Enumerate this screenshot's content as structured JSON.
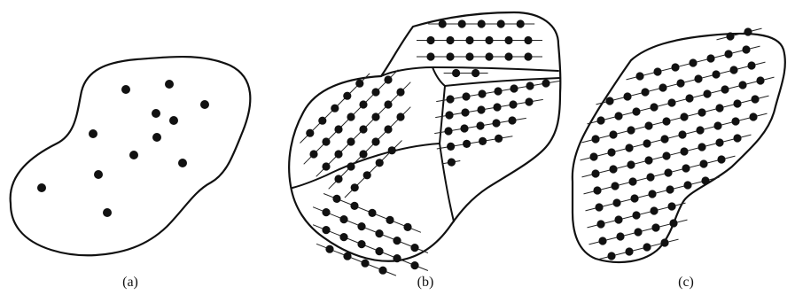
{
  "figure": {
    "panels": [
      {
        "id": "a",
        "caption": "(a)"
      },
      {
        "id": "b",
        "caption": "(b)"
      },
      {
        "id": "c",
        "caption": "(c)"
      }
    ]
  },
  "colors": {
    "ink": "#111111",
    "background": "#ffffff"
  }
}
